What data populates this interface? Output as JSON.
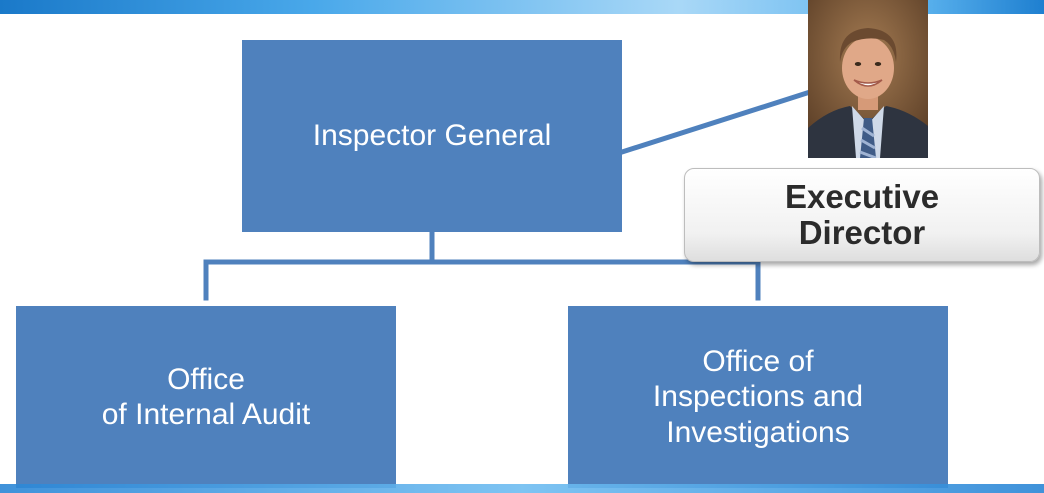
{
  "diagram": {
    "nodes": {
      "inspector_general": {
        "label": "Inspector General"
      },
      "internal_audit": {
        "line1": "Office",
        "line2": "of Internal Audit"
      },
      "inspections": {
        "line1": "Office of",
        "line2": "Inspections and",
        "line3": "Investigations"
      }
    },
    "edges": [
      {
        "from": "inspector_general",
        "to": "internal_audit"
      },
      {
        "from": "inspector_general",
        "to": "inspections"
      },
      {
        "from": "inspector_general",
        "to": "executive_director"
      }
    ],
    "executive_director": {
      "line1": "Executive",
      "line2": "Director"
    }
  },
  "colors": {
    "box_fill": "#4f81bd",
    "connector": "#4f81bd",
    "box_text": "#ffffff",
    "caption_text": "#2b2b2b"
  }
}
